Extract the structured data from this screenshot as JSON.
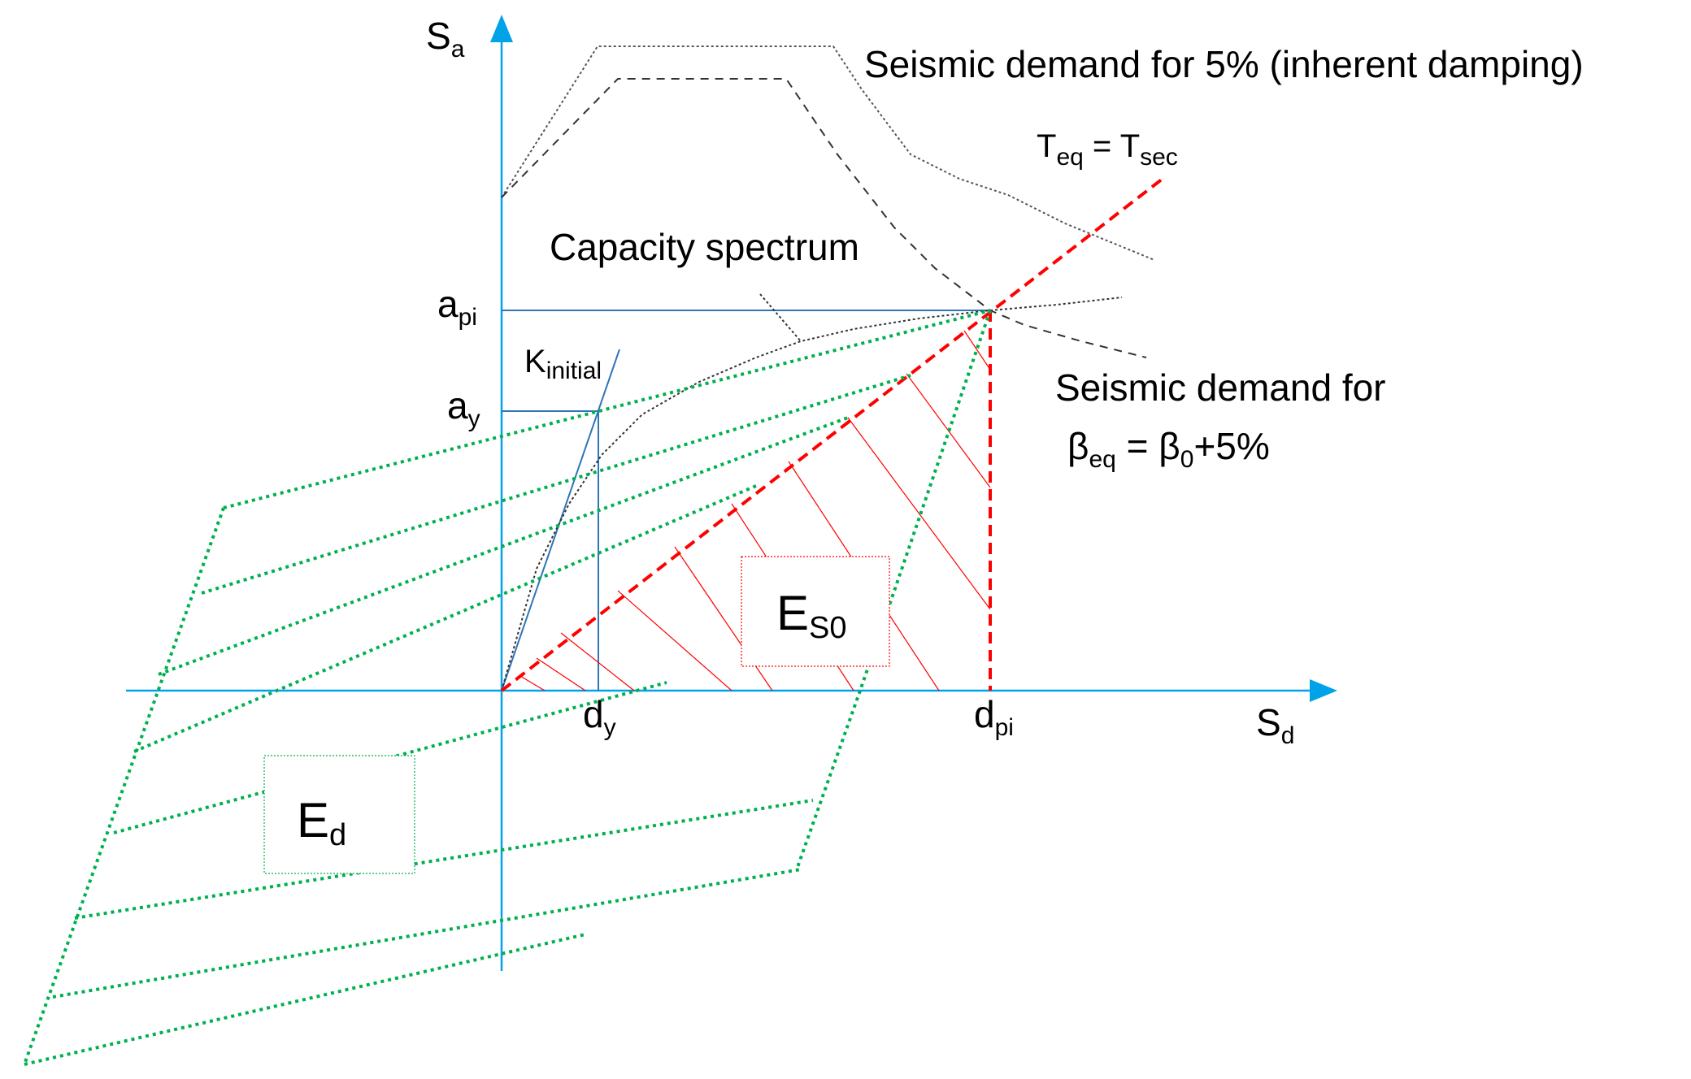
{
  "axes": {
    "y_label": {
      "main": "S",
      "sub": "a"
    },
    "x_label": {
      "main": "S",
      "sub": "d"
    },
    "axis_color": "#00a2e8"
  },
  "labels": {
    "demand_5": "Seismic demand for 5% (inherent damping)",
    "teq": {
      "main1": "T",
      "sub1": "eq",
      "mid": " = ",
      "main2": "T",
      "sub2": "sec"
    },
    "capacity": "Capacity spectrum",
    "demand_beta_line1": "Seismic demand for",
    "demand_beta_line2": {
      "b1": "β",
      "s1": "eq",
      "eq": " = ",
      "b2": "β",
      "s2": "0",
      "tail": "+5%"
    },
    "k_initial": {
      "main": "K",
      "sub": "initial"
    },
    "a_pi": {
      "main": "a",
      "sub": "pi"
    },
    "a_y": {
      "main": "a",
      "sub": "y"
    },
    "d_y": {
      "main": "d",
      "sub": "y"
    },
    "d_pi": {
      "main": "d",
      "sub": "pi"
    },
    "E_s0": {
      "main": "E",
      "sub": "S0"
    },
    "E_d": {
      "main": "E",
      "sub": "d"
    }
  },
  "colors": {
    "axis": "#00a2e8",
    "guide": "#2e75b6",
    "red": "#ff0000",
    "green": "#00b050",
    "curve": "#333333"
  }
}
